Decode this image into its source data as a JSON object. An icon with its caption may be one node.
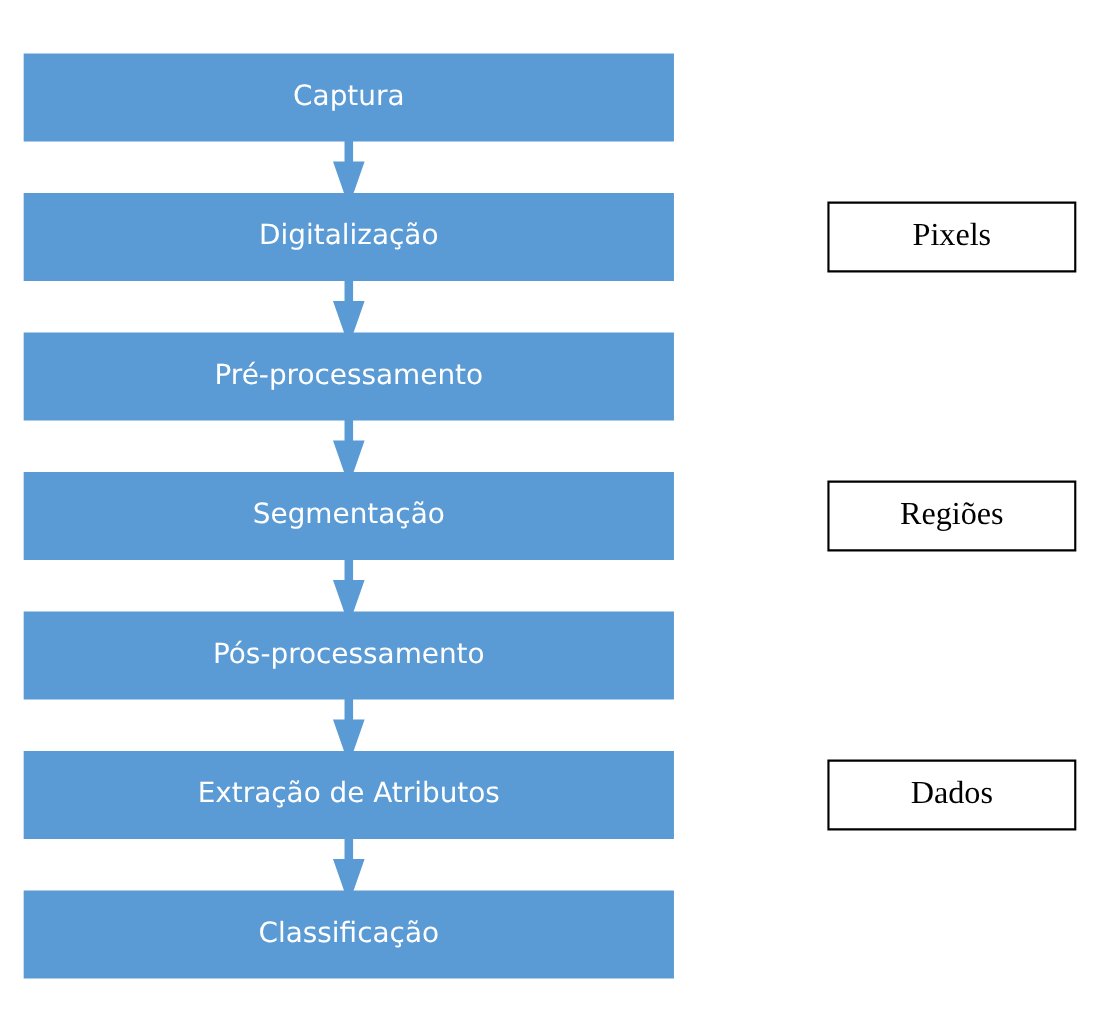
{
  "diagram": {
    "nodes": [
      {
        "text": [
          "Captura"
        ]
      },
      {
        "text": [
          "Digitalização"
        ]
      },
      {
        "text": [
          "Pré-processamento"
        ]
      },
      {
        "text": [
          "Segmentação"
        ]
      },
      {
        "text": [
          "Pós-processamento"
        ]
      },
      {
        "text": [
          "Extração de Atributos"
        ]
      },
      {
        "text": [
          "Classificação"
        ]
      },
      {
        "text": [
          "Pixels"
        ]
      },
      {
        "text": [
          "Regiões"
        ]
      },
      {
        "text": [
          "Dados"
        ]
      }
    ],
    "edges": [
      {
        "from": 0,
        "to": 1,
        "arrow": "to"
      },
      {
        "from": 1,
        "to": 2,
        "arrow": "to"
      },
      {
        "from": 2,
        "to": 3,
        "arrow": "to"
      },
      {
        "from": 3,
        "to": 4,
        "arrow": "to"
      },
      {
        "from": 4,
        "to": 5,
        "arrow": "to"
      },
      {
        "from": 5,
        "to": 6,
        "arrow": "to"
      }
    ]
  }
}
